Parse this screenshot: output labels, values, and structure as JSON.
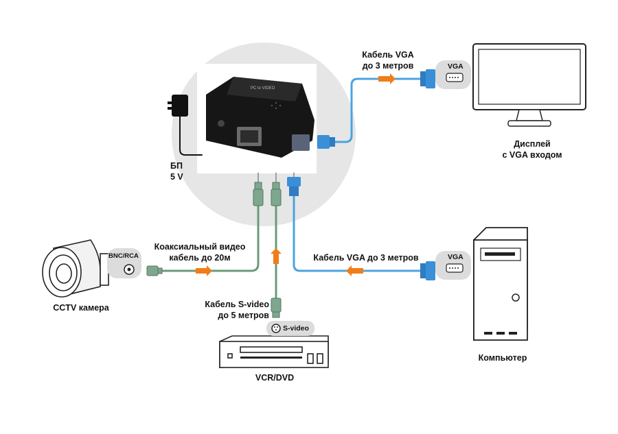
{
  "labels": {
    "vga_cable_top_1": "Кабель VGA",
    "vga_cable_top_2": "до 3 метров",
    "display_1": "Дисплей",
    "display_2": "с VGA входом",
    "psu_1": "БП",
    "psu_2": "5 V",
    "coax_1": "Коаксиальный видео",
    "coax_2": "кабель до 20м",
    "vga_cable_bottom": "Кабель VGA до 3 метров",
    "svideo_cable_1": "Кабель S-video",
    "svideo_cable_2": "до 5 метров",
    "cctv": "CCTV камера",
    "vcr": "VCR/DVD",
    "computer": "Компьютер"
  },
  "port_tags": {
    "vga_display": "VGA",
    "vga_computer": "VGA",
    "bnc_rca": "BNC/RCA",
    "svideo": "S-video"
  },
  "colors": {
    "vga_cable": "#4aa3df",
    "vga_connector": "#3b8fd6",
    "green_cable": "#6a9a7a",
    "arrow": "#f07d1a",
    "circle_bg": "#e6e6e6",
    "device_body": "#161616",
    "tag_bg": "#dcdcdc"
  },
  "icons": [
    "power-adapter-icon",
    "converter-box-icon",
    "monitor-icon",
    "computer-tower-icon",
    "cctv-camera-icon",
    "vcr-dvd-icon",
    "svideo-port-icon",
    "bnc-port-icon",
    "vga-port-icon",
    "vga-plug-icon",
    "bnc-plug-icon",
    "flow-arrow-icon"
  ]
}
